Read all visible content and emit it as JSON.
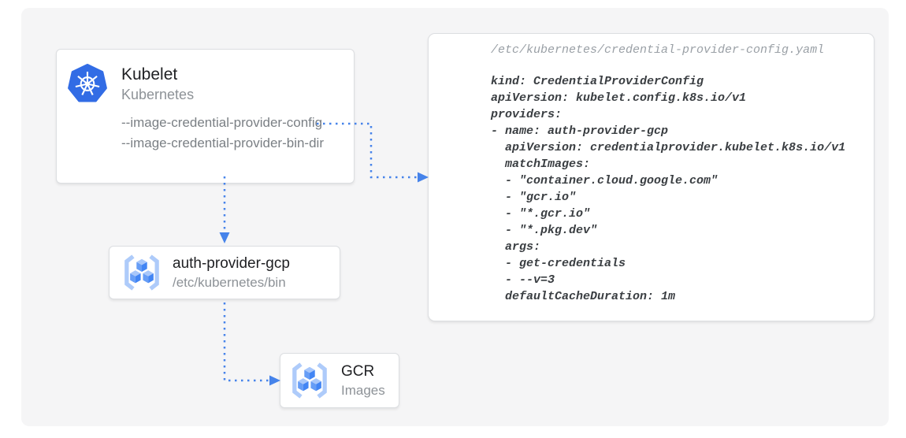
{
  "kubelet": {
    "icon": "kubernetes-icon",
    "title": "Kubelet",
    "subtitle": "Kubernetes",
    "flags": [
      "--image-credential-provider-config",
      "--image-credential-provider-bin-dir"
    ]
  },
  "config_file": {
    "path": "/etc/kubernetes/credential-provider-config.yaml",
    "yaml": "kind: CredentialProviderConfig\napiVersion: kubelet.config.k8s.io/v1\nproviders:\n- name: auth-provider-gcp\n  apiVersion: credentialprovider.kubelet.k8s.io/v1\n  matchImages:\n  - \"container.cloud.google.com\"\n  - \"gcr.io\"\n  - \"*.gcr.io\"\n  - \"*.pkg.dev\"\n  args:\n  - get-credentials\n  - --v=3\n  defaultCacheDuration: 1m"
  },
  "auth_provider": {
    "icon": "gcr-icon",
    "title": "auth-provider-gcp",
    "subtitle": "/etc/kubernetes/bin"
  },
  "gcr": {
    "icon": "gcr-icon",
    "title": "GCR",
    "subtitle": "Images"
  },
  "colors": {
    "arrow_blue": "#4683EA",
    "kubernetes_blue": "#326CE5",
    "icon_bracket_blue": "#AECBFA",
    "icon_cube_top": "#A8C7FA",
    "icon_cube_left": "#669DF6",
    "icon_cube_right": "#4285F4",
    "panel_gray": "#F5F5F6"
  }
}
